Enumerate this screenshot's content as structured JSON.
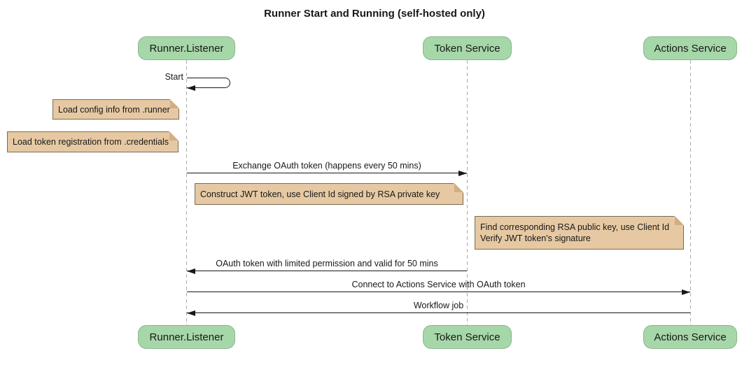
{
  "diagram": {
    "type": "sequence",
    "title": "Runner Start and Running (self-hosted only)"
  },
  "participants": [
    {
      "id": "runner-listener",
      "label": "Runner.Listener"
    },
    {
      "id": "token-service",
      "label": "Token Service"
    },
    {
      "id": "actions-service",
      "label": "Actions Service"
    }
  ],
  "messages": [
    {
      "label": "Start",
      "from": "Runner.Listener",
      "to": "Runner.Listener",
      "kind": "self"
    },
    {
      "label": "Exchange OAuth token (happens every 50 mins)",
      "from": "Runner.Listener",
      "to": "Token Service",
      "kind": "arrow-right"
    },
    {
      "label": "OAuth token with limited permission and valid for 50 mins",
      "from": "Token Service",
      "to": "Runner.Listener",
      "kind": "arrow-left"
    },
    {
      "label": "Connect to Actions Service with OAuth token",
      "from": "Runner.Listener",
      "to": "Actions Service",
      "kind": "arrow-right"
    },
    {
      "label": "Workflow job",
      "from": "Actions Service",
      "to": "Runner.Listener",
      "kind": "arrow-left"
    }
  ],
  "notes": [
    {
      "text": "Load config info from .runner"
    },
    {
      "text": "Load token registration from .credentials"
    },
    {
      "text": "Construct JWT token, use Client Id signed by RSA private key"
    },
    {
      "text": "Find corresponding RSA public key, use Client Id\nVerify JWT token's signature"
    }
  ],
  "colors": {
    "participant-fill": "#a6d7a8",
    "participant-border": "#8cb58e",
    "note-fill": "#e6c9a3",
    "note-border": "#7a6b55",
    "note-fold": "#d2ae82",
    "lifeline": "#aaaaaa",
    "line": "#181818",
    "text": "#181818"
  }
}
